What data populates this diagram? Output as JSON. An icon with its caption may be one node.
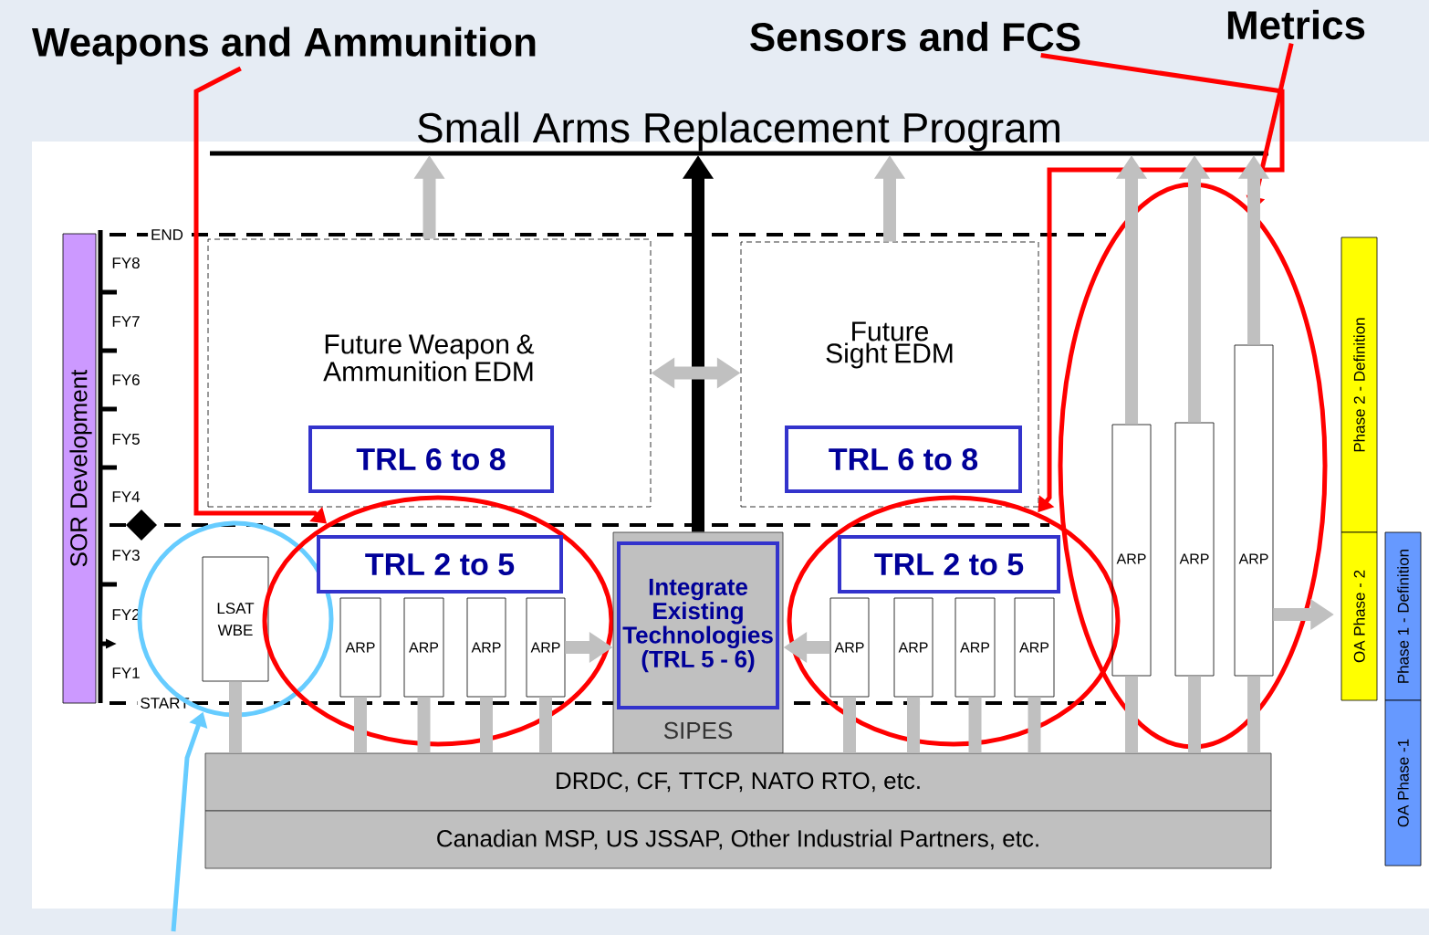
{
  "diagram": {
    "nodes": [
      {
        "text": [
          "Weapons and Ammunition"
        ]
      },
      {
        "text": [
          "Sensors and FCS"
        ]
      },
      {
        "text": [
          "Metrics"
        ]
      },
      {
        "text": [
          "Small Arms Replacement Program"
        ]
      },
      {
        "text": [
          "SOR Development"
        ]
      },
      {
        "text": [
          "Future Weapon & Ammunition EDM"
        ]
      },
      {
        "text": [
          "TRL 6 to 8"
        ],
        "in": 5
      },
      {
        "text": [
          "Future Sight EDM"
        ]
      },
      {
        "text": [
          "TRL 6 to 8"
        ],
        "in": 7
      },
      {
        "text": [],
        "shape": "circle"
      },
      {
        "text": [
          "LSAT WBE"
        ],
        "in": 9
      },
      {
        "text": [],
        "shape": "ellipse"
      },
      {
        "text": [
          "ARP"
        ],
        "in": 11
      },
      {
        "text": [
          "ARP"
        ],
        "in": 11
      },
      {
        "text": [
          "ARP"
        ],
        "in": 11
      },
      {
        "text": [
          "ARP"
        ],
        "in": 11
      },
      {
        "text": [
          "TRL 2 to 5"
        ],
        "in": 11
      },
      {
        "text": [
          "SIPES"
        ]
      },
      {
        "text": [
          "Integrate Existing Technologies (TRL 5 - 6)"
        ],
        "in": 17
      },
      {
        "text": [],
        "shape": "ellipse"
      },
      {
        "text": [
          "ARP"
        ],
        "in": 19
      },
      {
        "text": [
          "ARP"
        ],
        "in": 19
      },
      {
        "text": [
          "ARP"
        ],
        "in": 19
      },
      {
        "text": [
          "ARP"
        ],
        "in": 19
      },
      {
        "text": [
          "TRL 2 to 5"
        ],
        "in": 19
      },
      {
        "text": [],
        "shape": "ellipse"
      },
      {
        "text": [
          "ARP"
        ],
        "in": 25
      },
      {
        "text": [
          "ARP"
        ],
        "in": 25
      },
      {
        "text": [
          "ARP"
        ],
        "in": 25
      },
      {
        "text": [
          "DRDC, CF, TTCP, NATO RTO, etc."
        ]
      },
      {
        "text": [
          "Canadian MSP, US JSSAP, Other Industrial Partners, etc."
        ]
      },
      {
        "text": [
          "Phase 2 - Definition"
        ]
      },
      {
        "text": [
          "OA Phase - 2"
        ]
      },
      {
        "text": [
          "Phase 1 - Definition"
        ]
      },
      {
        "text": [
          "OA Phase -1"
        ]
      }
    ],
    "edges": [
      {
        "from": 0,
        "to": 11,
        "arrow": "to",
        "color": "#ff0000"
      },
      {
        "from": 1,
        "to": 19,
        "arrow": "to",
        "color": "#ff0000"
      },
      {
        "from": 2,
        "to": 25,
        "arrow": "to",
        "color": "#ff0000"
      },
      {
        "from": null,
        "to": 9,
        "arrow": "to",
        "color": "#66ccff"
      },
      {
        "from": 17,
        "to": 3,
        "arrow": "to",
        "color": "#000000"
      },
      {
        "from": 5,
        "to": 7,
        "arrow": "both"
      },
      {
        "from": 5,
        "to": 3,
        "arrow": "to"
      },
      {
        "from": 7,
        "to": 3,
        "arrow": "to"
      },
      {
        "from": 26,
        "to": 3,
        "arrow": "to"
      },
      {
        "from": 27,
        "to": 3,
        "arrow": "to"
      },
      {
        "from": 28,
        "to": 3,
        "arrow": "to"
      },
      {
        "from": 15,
        "to": 17,
        "arrow": "to"
      },
      {
        "from": 20,
        "to": 17,
        "arrow": "to"
      },
      {
        "from": 28,
        "to": null,
        "arrow": "to"
      },
      {
        "from": 29,
        "to": 10,
        "arrow": "none"
      },
      {
        "from": 29,
        "to": 12,
        "arrow": "none"
      },
      {
        "from": 29,
        "to": 13,
        "arrow": "none"
      },
      {
        "from": 29,
        "to": 14,
        "arrow": "none"
      },
      {
        "from": 29,
        "to": 15,
        "arrow": "none"
      },
      {
        "from": 29,
        "to": 20,
        "arrow": "none"
      },
      {
        "from": 29,
        "to": 21,
        "arrow": "none"
      },
      {
        "from": 29,
        "to": 22,
        "arrow": "none"
      },
      {
        "from": 29,
        "to": 23,
        "arrow": "none"
      },
      {
        "from": 29,
        "to": 26,
        "arrow": "none"
      },
      {
        "from": 29,
        "to": 27,
        "arrow": "none"
      },
      {
        "from": 29,
        "to": 28,
        "arrow": "none"
      }
    ],
    "labels": [
      "END",
      "FY8",
      "FY7",
      "FY6",
      "FY5",
      "FY4",
      "FY3",
      "FY2",
      "FY1",
      "START"
    ]
  }
}
